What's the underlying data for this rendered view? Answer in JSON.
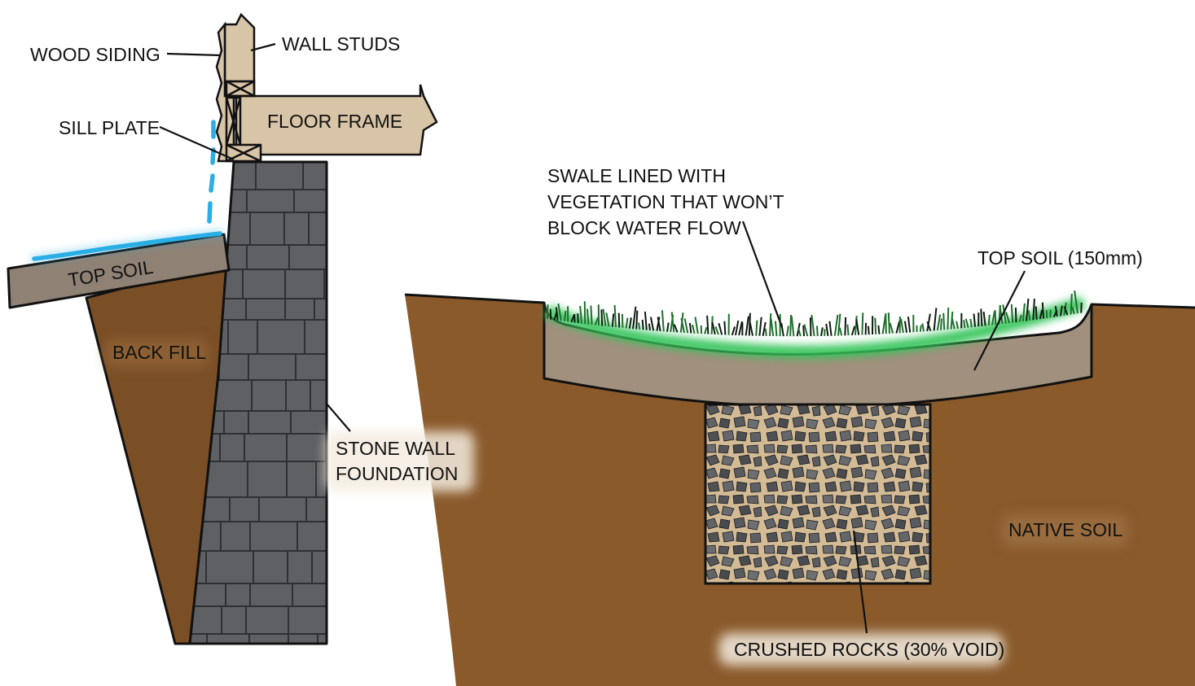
{
  "colors": {
    "native_soil": "#8a5a2b",
    "back_fill": "#7b4f26",
    "top_soil": "#a1907d",
    "top_soil_left": "#8f8274",
    "stone": "#5f6064",
    "stone_joint": "#2f3033",
    "wood": "#d8c4a6",
    "grass": "#1f6e2c",
    "grass_glow": "#34c45a",
    "water": "#29aee5",
    "rock_fill": "#d3bb96",
    "rock": "#545558",
    "outline": "#111111"
  },
  "icons": [
    "grass-icon",
    "rock-icon",
    "water-path-icon",
    "stone-block-icon"
  ],
  "labels": {
    "wood_siding": "WOOD SIDING",
    "wall_studs": "WALL STUDS",
    "sill_plate": "SILL PLATE",
    "floor_frame": "FLOOR FRAME",
    "top_soil_left": "TOP SOIL",
    "back_fill": "BACK FILL",
    "stone_wall_line1": "STONE WALL",
    "stone_wall_line2": "FOUNDATION",
    "swale_line1": "SWALE LINED WITH",
    "swale_line2": "VEGETATION THAT WON’T",
    "swale_line3": "BLOCK WATER FLOW",
    "top_soil_right": "TOP SOIL (150mm)",
    "native_soil": "NATIVE SOIL",
    "crushed_rocks": "CRUSHED ROCKS (30% VOID)"
  }
}
